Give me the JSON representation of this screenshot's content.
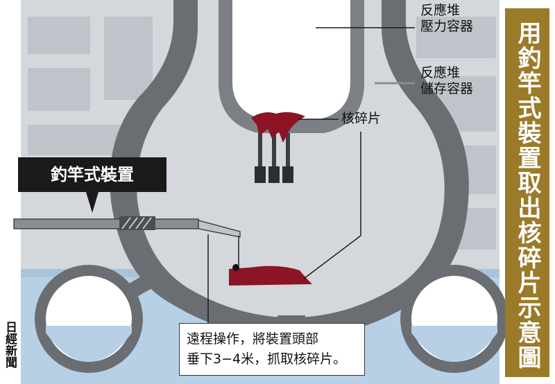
{
  "title": "用釣竿式裝置取出核碎片示意圖",
  "labels": {
    "pressure_vessel": [
      "反應堆",
      "壓力容器"
    ],
    "containment_vessel": [
      "反應堆",
      "儲存容器"
    ],
    "debris": "核碎片",
    "device": "釣竿式裝置"
  },
  "note": {
    "line1": "遠程操作，將裝置頭部",
    "line2": "垂下3−4米，抓取核碎片。"
  },
  "source": "日經新聞",
  "colors": {
    "title_panel": "#9b7a2a",
    "building_gray": "#cfd3d8",
    "vessel_wall": "#6f7378",
    "debris": "#8c1424",
    "water": "#b8d0e6",
    "banner": "#1a1a1a"
  }
}
